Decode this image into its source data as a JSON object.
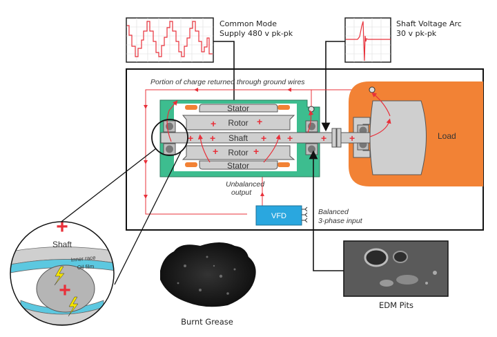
{
  "scope_common_mode": {
    "title_line1": "Common Mode",
    "title_line2": "Supply 480 v pk-pk"
  },
  "scope_shaft_arc": {
    "title_line1": "Shaft Voltage Arc",
    "title_line2": "30 v pk-pk"
  },
  "motor": {
    "ground_note": "Portion of charge returned through ground wires",
    "stator_top": "Stator",
    "rotor_top": "Rotor",
    "shaft": "Shaft",
    "rotor_bottom": "Rotor",
    "stator_bottom": "Stator",
    "unbalanced_line1": "Unbalanced",
    "unbalanced_line2": "output",
    "vfd": "VFD",
    "balanced_line1": "Balanced",
    "balanced_line2": "3-phase input",
    "load": "Load",
    "plus_sign": "+"
  },
  "detail_bearing": {
    "shaft": "Shaft",
    "inner_race": "Inner race",
    "oil_film": "Oil film",
    "plus_sign": "+"
  },
  "photos": {
    "burnt_grease": "Burnt Grease",
    "edm_pits": "EDM Pits"
  },
  "colors": {
    "housing_green": "#3dbd8f",
    "load_orange": "#f28235",
    "vfd_blue": "#2aa7df",
    "charge_red": "#e8303a",
    "part_gray": "#cfcfcf",
    "oil_cyan": "#5cc8e0",
    "spark_yellow": "#f4e300"
  }
}
